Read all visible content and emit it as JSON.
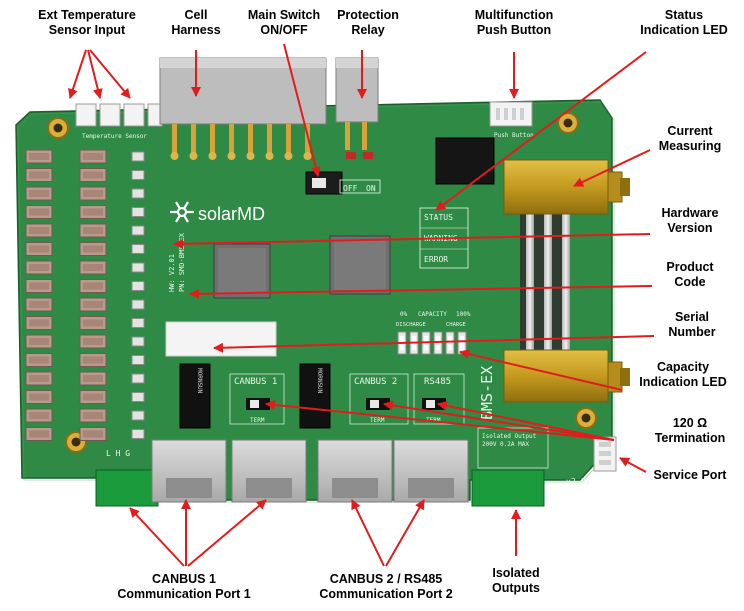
{
  "callouts": {
    "ext_temp": [
      "Ext Temperature",
      "Sensor Input"
    ],
    "cell_harness": [
      "Cell",
      "Harness"
    ],
    "main_switch": [
      "Main Switch",
      "ON/OFF"
    ],
    "protection_relay": [
      "Protection",
      "Relay"
    ],
    "multifunction": [
      "Multifunction",
      "Push Button"
    ],
    "status_led": [
      "Status",
      "Indication LED"
    ],
    "current_measuring": [
      "Current",
      "Measuring"
    ],
    "hardware_version": [
      "Hardware",
      "Version"
    ],
    "product_code": [
      "Product",
      "Code"
    ],
    "serial_number": [
      "Serial",
      "Number"
    ],
    "capacity_led": [
      "Capacity",
      "Indication LED"
    ],
    "termination": [
      "120 Ω",
      "Termination"
    ],
    "service_port": [
      "Service Port"
    ],
    "canbus1_port": [
      "CANBUS 1",
      "Communication Port 1"
    ],
    "canbus2_port": [
      "CANBUS 2 / RS485",
      "Communication Port 2"
    ],
    "isolated_outputs": [
      "Isolated",
      "Outputs"
    ]
  },
  "board": {
    "brand": "solarMD",
    "temp_label": "Temperature Sensor",
    "off_label": "OFF",
    "on_label": "ON",
    "push_button_label": "Push Button",
    "status_labels": [
      "STATUS",
      "WARNING",
      "ERROR"
    ],
    "capacity_header": [
      "0%",
      "CAPACITY",
      "100%"
    ],
    "discharge_label": "DISCHARGE",
    "charge_label": "CHARGE",
    "canbus1_label": "CANBUS 1",
    "canbus2_label": "CANBUS 2",
    "rs485_label": "RS485",
    "term_label": "TERM",
    "bms_label": "BMS-EX",
    "lhg_label": "L H G",
    "isolated_label": [
      "Isolated Output",
      "200V 0.2A MAX"
    ],
    "version_label": "v2.01",
    "chip_label": "MORNSUN",
    "hw_version_text": "HW: V2.01",
    "product_code_text": "PN: SMD-BMS-EX"
  },
  "colors": {
    "pcb": "#2f8a45",
    "pcb_dark": "#256f37",
    "arrow": "#e11c1c",
    "brass": "#c9a227",
    "connector_white": "#f3f3f3"
  }
}
